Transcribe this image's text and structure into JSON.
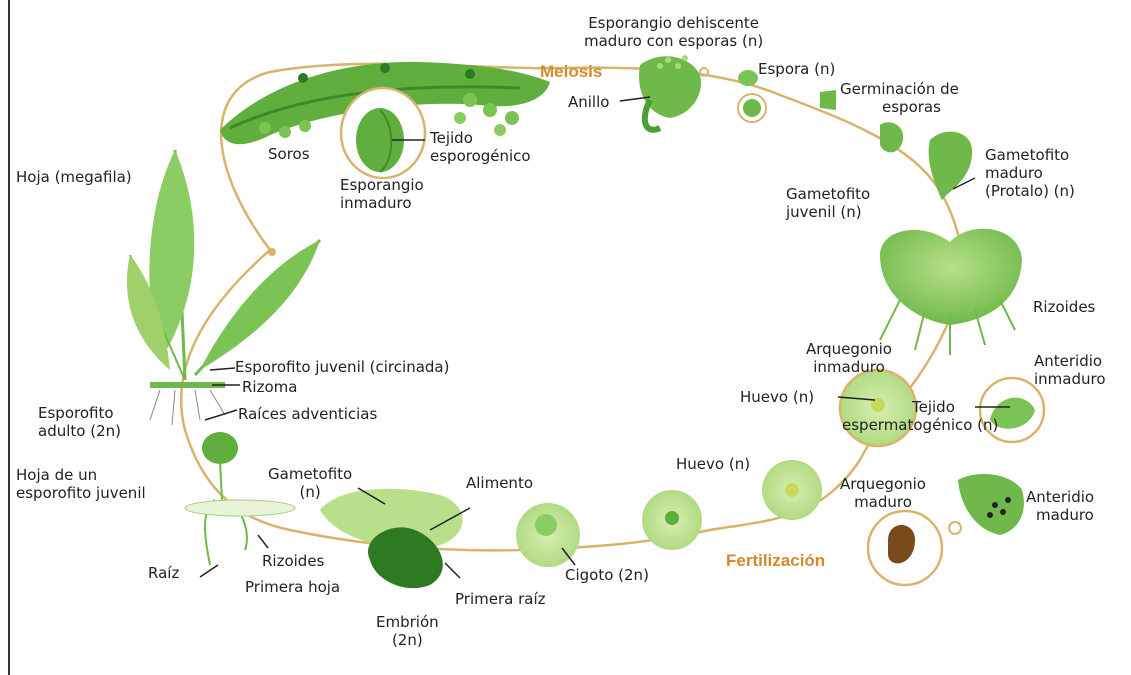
{
  "labels": {
    "esporangio_dehiscente": [
      "Esporangio dehiscente",
      "maduro con esporas (n)"
    ],
    "meiosis": "Meiosis",
    "anillo": "Anillo",
    "espora": "Espora (n)",
    "germinacion": [
      "Germinación de",
      "esporas"
    ],
    "gametofito_maduro": [
      "Gametofito",
      "maduro",
      "(Protalo) (n)"
    ],
    "gametofito_juvenil": [
      "Gametofito",
      "juvenil (n)"
    ],
    "rizoides_right": "Rizoides",
    "arquegonio_inmaduro": [
      "Arquegonio",
      "inmaduro"
    ],
    "anteridio_inmaduro": [
      "Anteridio",
      "inmaduro"
    ],
    "huevo_upper": "Huevo (n)",
    "tejido_espermatogenico": [
      "Tejido",
      "espermatogénico (n)"
    ],
    "arquegonio_maduro": [
      "Arquegonio",
      "maduro"
    ],
    "anteridio_maduro": [
      "Anteridio",
      "maduro"
    ],
    "fertilizacion": "Fertilización",
    "huevo_lower": "Huevo (n)",
    "cigoto": "Cigoto (2n)",
    "alimento": "Alimento",
    "primera_raiz": "Primera raíz",
    "embrion": [
      "Embrión",
      "(2n)"
    ],
    "gametofito_lower": [
      "Gametofito",
      "(n)"
    ],
    "rizoides_left": "Rizoides",
    "primera_hoja": "Primera hoja",
    "raiz": "Raíz",
    "hoja_esporofito_juvenil": [
      "Hoja de un",
      "esporofito juvenil"
    ],
    "esporofito_adulto": [
      "Esporofito",
      "adulto (2n)"
    ],
    "raices_adventicias": "Raíces adventicias",
    "rizoma": "Rizoma",
    "esporofito_juvenil_circinada": "Esporofito juvenil (circinada)",
    "hoja_megafila": "Hoja (megafila)",
    "soros": "Soros",
    "tejido_esporogenico": [
      "Tejido",
      "esporogénico"
    ],
    "esporangio_inmaduro": [
      "Esporangio",
      "inmaduro"
    ]
  },
  "colors": {
    "cycle_line": "#d9b36c",
    "stage_text": "#d8892c",
    "leaf_dark": "#4a9e34",
    "leaf_light": "#9fd06a"
  }
}
